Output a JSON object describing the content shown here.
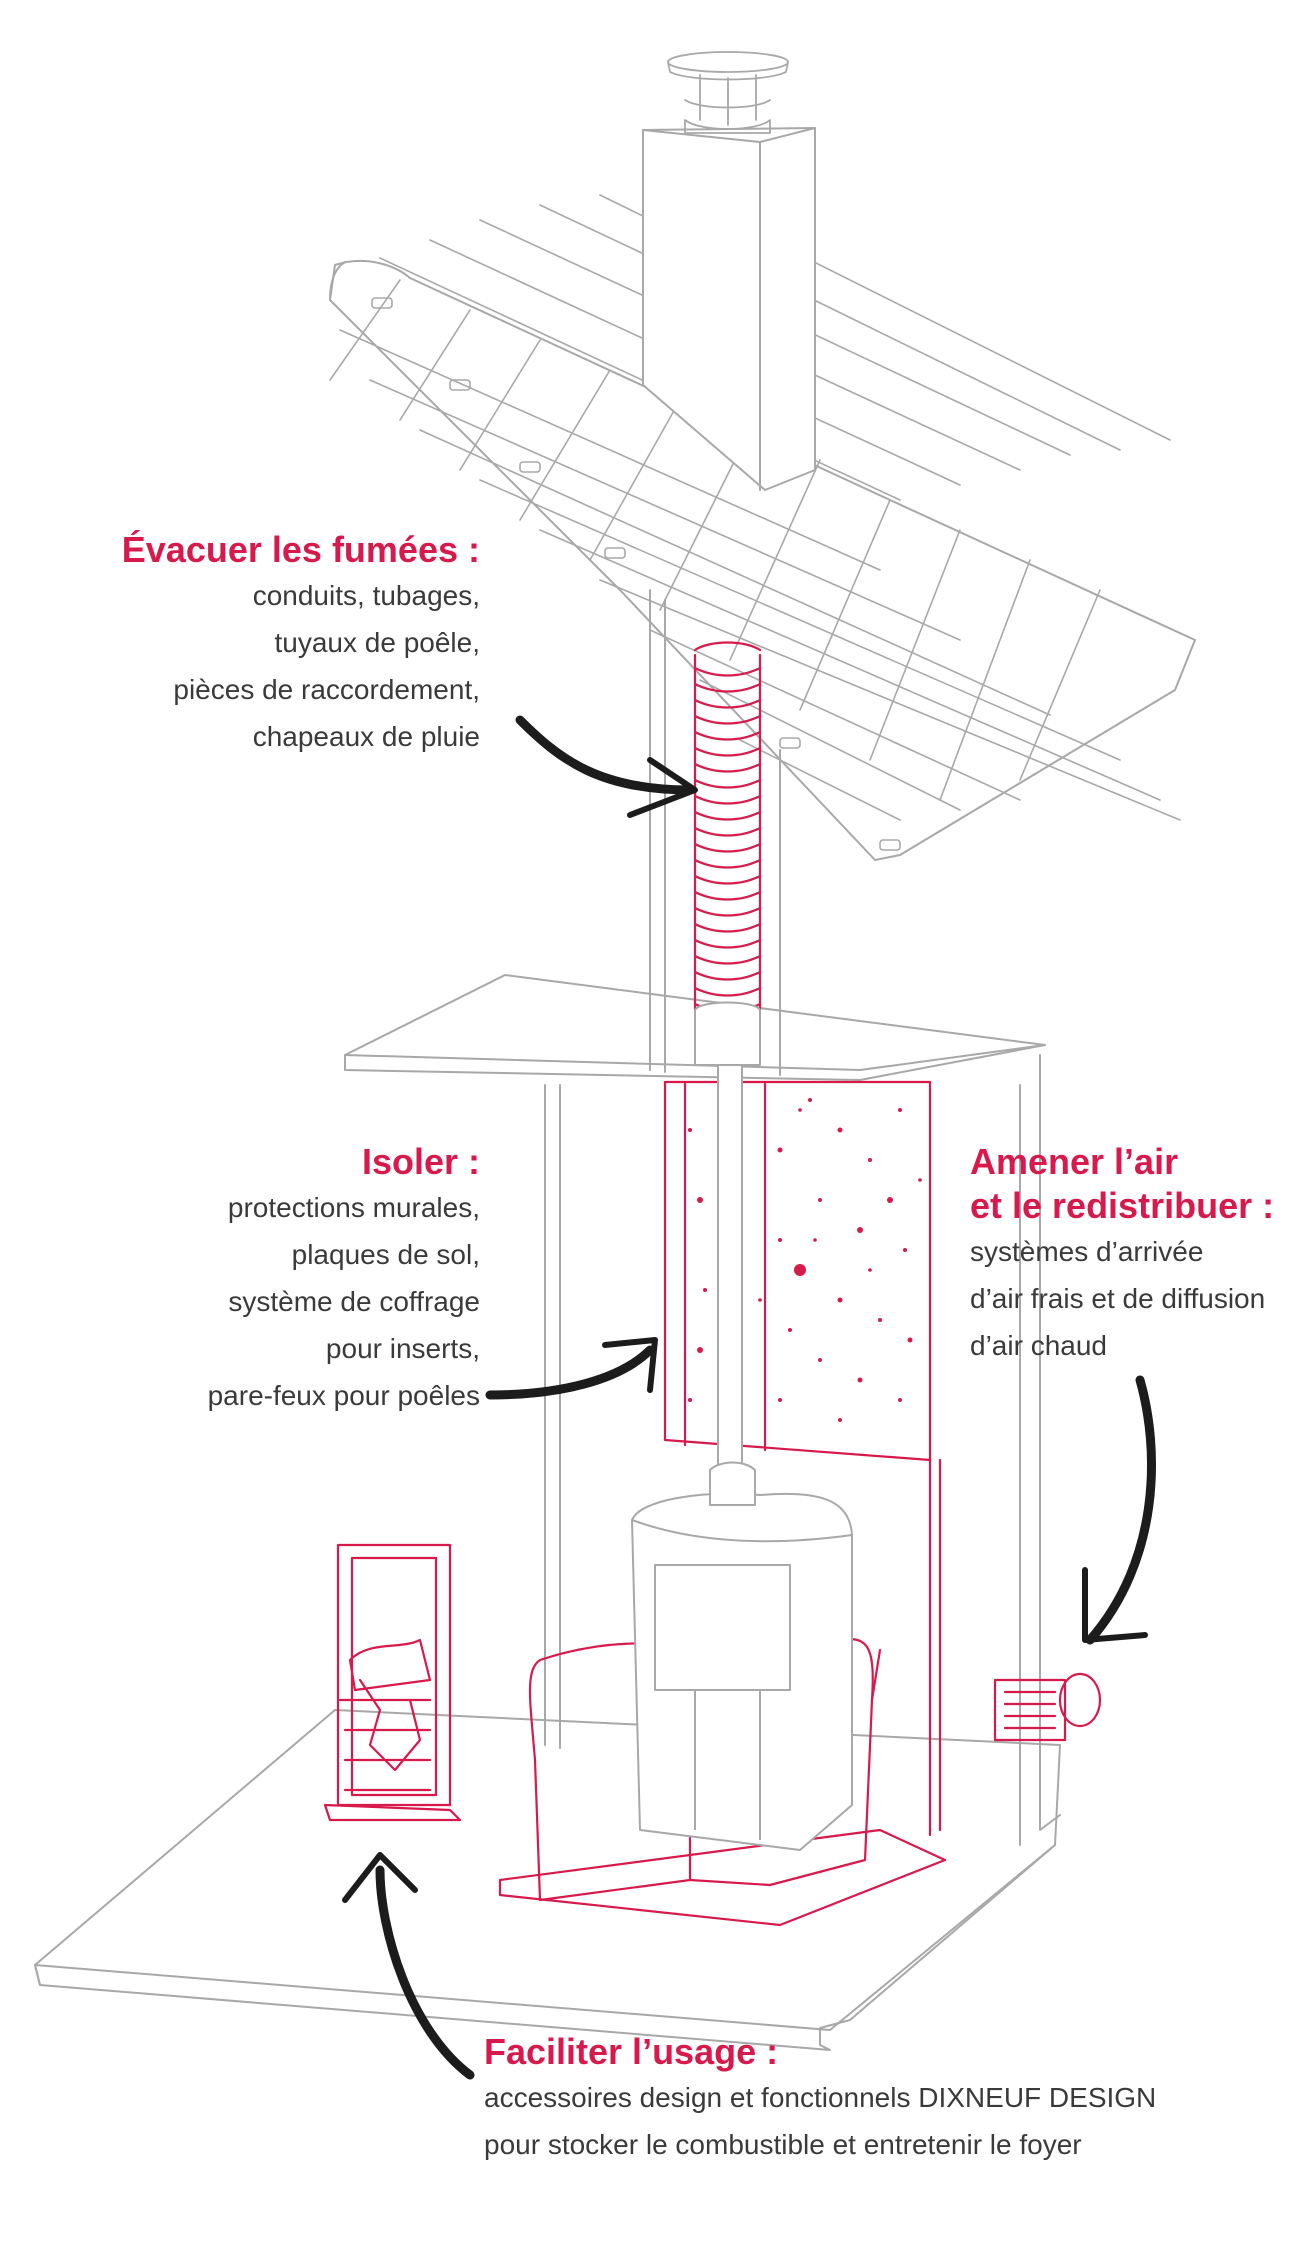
{
  "colors": {
    "accent": "#d8194b",
    "sketch": "#a8a8a8",
    "text": "#3a3a3a",
    "arrow": "#1c1c1c"
  },
  "callouts": {
    "evacuer": {
      "title": "Évacuer les fumées :",
      "lines": [
        "conduits, tubages,",
        "tuyaux de poêle,",
        "pièces de raccordement,",
        "chapeaux de pluie"
      ]
    },
    "isoler": {
      "title": "Isoler :",
      "lines": [
        "protections murales,",
        "plaques de sol,",
        "système de coffrage",
        "pour inserts,",
        "pare-feux pour poêles"
      ]
    },
    "amener": {
      "title_lines": [
        "Amener l’air",
        "et le redistribuer :"
      ],
      "lines": [
        "systèmes d’arrivée",
        "d’air frais et de diffusion",
        "d’air chaud"
      ]
    },
    "faciliter": {
      "title": "Faciliter l’usage :",
      "lines": [
        "accessoires design et fonctionnels DIXNEUF DESIGN",
        "pour stocker le combustible et entretenir le foyer"
      ]
    }
  }
}
